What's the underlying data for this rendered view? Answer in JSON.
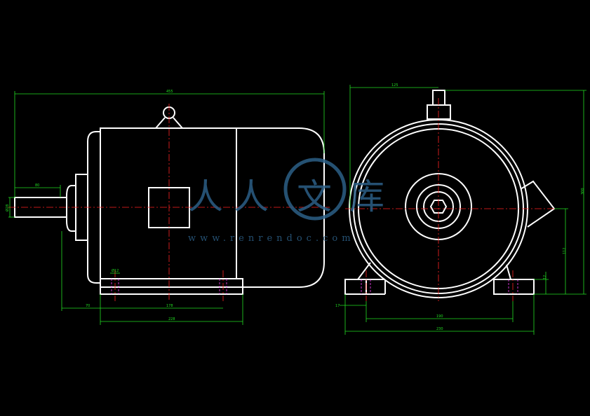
{
  "drawing": {
    "colors": {
      "background": "#000000",
      "outline": "#ffffff",
      "dimension": "#22dd22",
      "centerline": "#ff2222",
      "hidden": "#ff44ff",
      "watermark": "#2c5f86"
    },
    "side_view_dims": {
      "overall_length": "455",
      "shaft_length": "80",
      "shaft_diameter": "Ø28",
      "foot_hole_width": "Ø12",
      "shaft_to_foot_hole": "70",
      "foot_hole_spacing": "178",
      "base_length": "228"
    },
    "front_view_dims": {
      "half_width": "125",
      "overall_height": "300",
      "shaft_center_height": "112",
      "foot_thickness": "12",
      "foot_hole_offset": "17",
      "foot_hole_spacing": "190",
      "base_width": "230"
    },
    "watermark": {
      "chars": [
        "人",
        "人",
        "文",
        "库"
      ],
      "url": "www.renrendoc.com"
    }
  }
}
